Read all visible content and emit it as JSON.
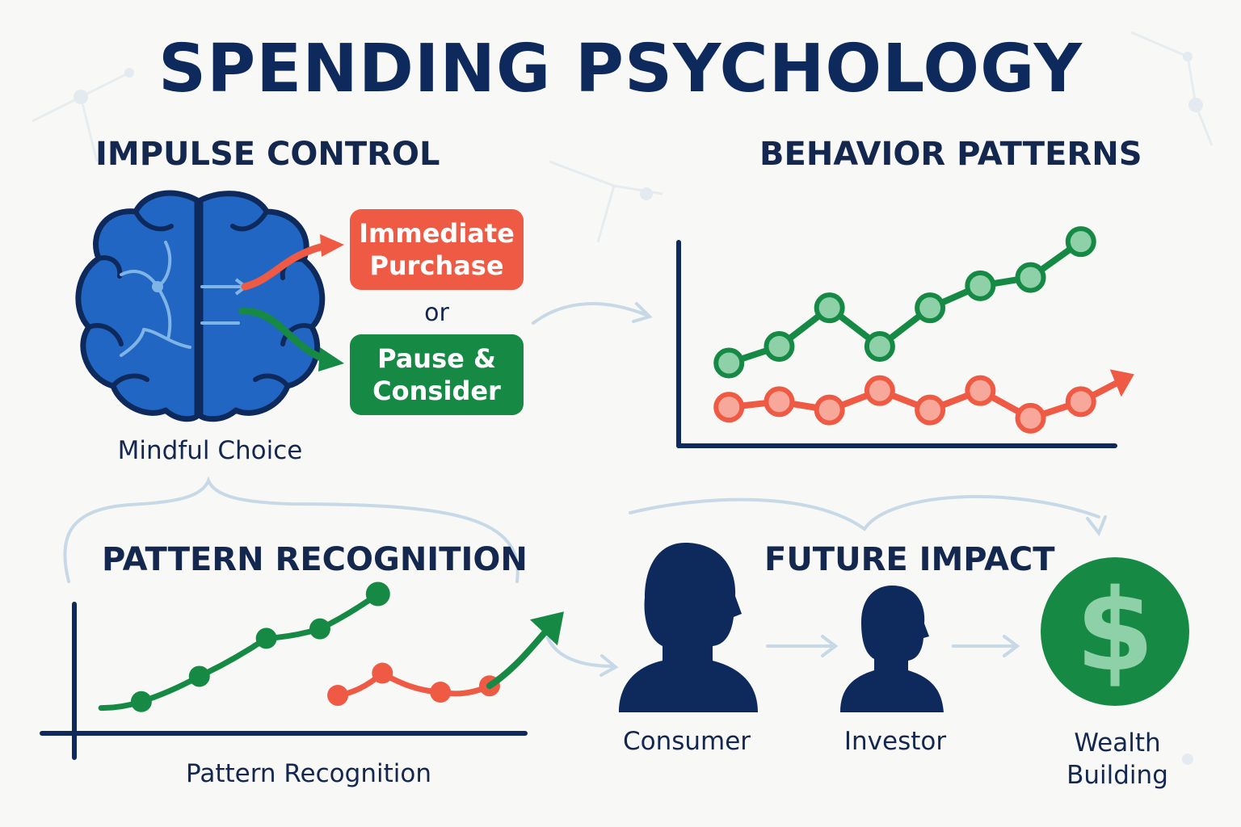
{
  "title": "SPENDING PSYCHOLOGY",
  "sections": {
    "impulse_control": "IMPULSE CONTROL",
    "behavior_patterns": "BEHAVIOR PATTERNS",
    "pattern_recognition": "PATTERN RECOGNITION",
    "future_impact": "FUTURE IMPACT"
  },
  "impulse": {
    "option_a": "Immediate\nPurchase",
    "connector": "or",
    "option_b": "Pause &\nConsider",
    "caption": "Mindful Choice"
  },
  "pattern_caption": "Pattern Recognition",
  "future": {
    "stages": [
      "Consumer",
      "Investor",
      "Wealth\nBuilding"
    ],
    "dollar_symbol": "$"
  },
  "colors": {
    "navy": "#0e2a5c",
    "brain_blue": "#2066c2",
    "green": "#168a45",
    "red": "#ef5a44",
    "light_arrow": "#c7d8e6"
  },
  "icons": [
    "brain-icon",
    "person-icon",
    "dollar-coin-icon"
  ],
  "chart_data": [
    {
      "type": "line",
      "title": "BEHAVIOR PATTERNS",
      "x": [
        1,
        2,
        3,
        4,
        5,
        6,
        7,
        8
      ],
      "series": [
        {
          "values": [
            3.0,
            3.6,
            5.0,
            3.6,
            5.0,
            5.8,
            6.1,
            7.4
          ]
        },
        {
          "values": [
            1.4,
            1.6,
            1.3,
            2.0,
            1.3,
            2.0,
            1.0,
            1.6
          ]
        }
      ],
      "xlim": [
        0,
        9
      ],
      "ylim": [
        0,
        8.4
      ],
      "grid": false,
      "legend": "none"
    },
    {
      "type": "line",
      "title": "PATTERN RECOGNITION",
      "series": [
        {
          "x": [
            0.6,
            1.5,
            2.8,
            4.3,
            5.5,
            6.8
          ],
          "values": [
            0.8,
            1.0,
            1.8,
            3.0,
            3.3,
            4.4
          ]
        },
        {
          "x": [
            5.9,
            6.9,
            8.2,
            9.3
          ],
          "values": [
            1.2,
            1.9,
            1.3,
            1.5
          ]
        }
      ],
      "grid": false,
      "legend": "none"
    }
  ]
}
